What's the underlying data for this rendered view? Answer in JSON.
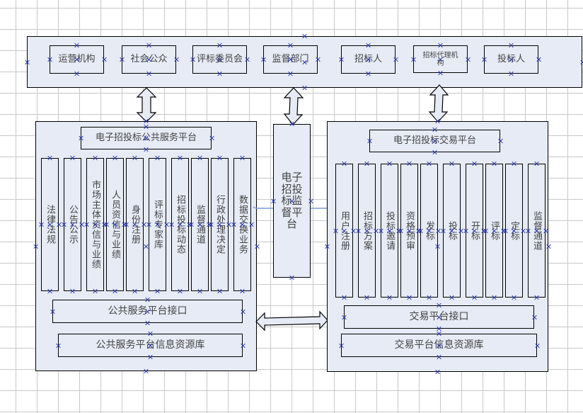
{
  "stakeholders": {
    "items": [
      {
        "label": "运营机构"
      },
      {
        "label": "社会公众"
      },
      {
        "label": "评标委员会"
      },
      {
        "label": "监督部门"
      },
      {
        "label": "招标人"
      },
      {
        "label": "招标代理机构"
      },
      {
        "label": "投标人"
      }
    ]
  },
  "public_platform": {
    "title": "电子招投标公共服务平台",
    "modules": [
      {
        "label": "法律法规"
      },
      {
        "label": "公告公示"
      },
      {
        "label": "市场主体资信与业绩"
      },
      {
        "label": "人员资信与业绩"
      },
      {
        "label": "身份注册"
      },
      {
        "label": "评标专家库"
      },
      {
        "label": "招标投标动态"
      },
      {
        "label": "监督通道"
      },
      {
        "label": "行政处理决定"
      },
      {
        "label": "数据交换业务"
      }
    ],
    "interface": "公共服务平台接口",
    "database": "公共服务平台信息资源库"
  },
  "supervision_platform": {
    "title": "电子招投标监督平台"
  },
  "trading_platform": {
    "title": "电子招投标交易平台",
    "modules": [
      {
        "label": "用户注册"
      },
      {
        "label": "招标方案"
      },
      {
        "label": "投标邀请"
      },
      {
        "label": "资格预审"
      },
      {
        "label": "发标"
      },
      {
        "label": "投标"
      },
      {
        "label": "开标"
      },
      {
        "label": "评标"
      },
      {
        "label": "定标"
      },
      {
        "label": "监督通道"
      }
    ],
    "interface": "交易平台接口",
    "database": "交易平台信息资源库"
  },
  "colors": {
    "fill": "#e6ebf5",
    "stroke": "#000000",
    "marker": "#2232b0",
    "connector": "#7a9cd0"
  }
}
